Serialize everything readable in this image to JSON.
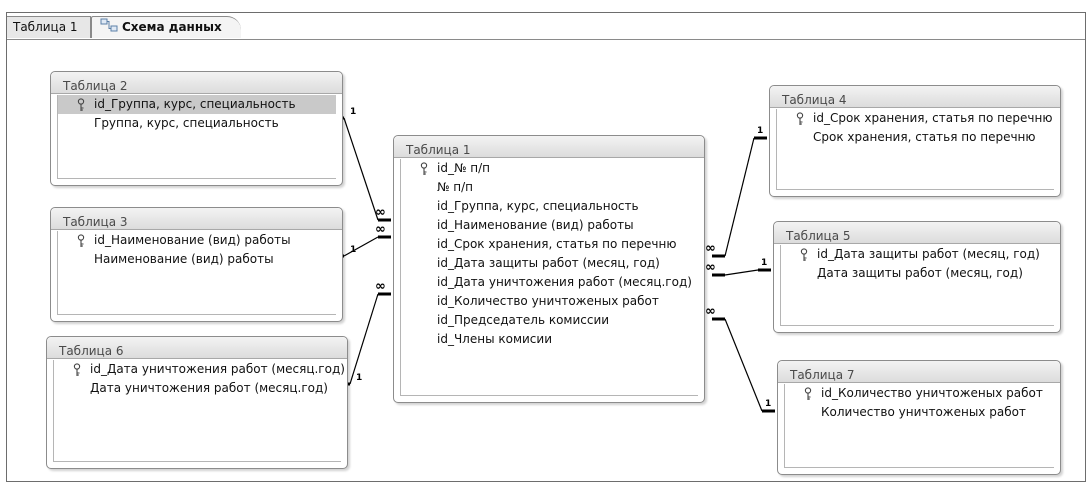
{
  "tabs": [
    {
      "label": "Таблица 1"
    },
    {
      "label": "Схема данных",
      "icon": "relationships-icon"
    }
  ],
  "tables": {
    "t2": {
      "title": "Таблица 2",
      "fields": [
        "id_Группа, курс, специальность",
        "Группа, курс, специальность"
      ]
    },
    "t3": {
      "title": "Таблица 3",
      "fields": [
        "id_Наименование (вид) работы",
        "Наименование (вид) работы"
      ]
    },
    "t6": {
      "title": "Таблица 6",
      "fields": [
        "id_Дата уничтожения работ (месяц.год)",
        "Дата уничтожения работ (месяц.год)"
      ]
    },
    "t1": {
      "title": "Таблица 1",
      "fields": [
        "id_№ п/п",
        "№ п/п",
        "id_Группа, курс, специальность",
        "id_Наименование (вид) работы",
        "id_Срок хранения, статья по перечню",
        "id_Дата защиты работ (месяц, год)",
        "id_Дата уничтожения работ (месяц.год)",
        "id_Количество уничтоженых работ",
        "id_Председатель комиссии",
        "id_Члены комисии"
      ]
    },
    "t4": {
      "title": "Таблица 4",
      "fields": [
        "id_Срок хранения, статья по перечню",
        "Срок хранения, статья по перечню"
      ]
    },
    "t5": {
      "title": "Таблица 5",
      "fields": [
        "id_Дата защиты работ (месяц, год)",
        "Дата защиты работ (месяц, год)"
      ]
    },
    "t7": {
      "title": "Таблица 7",
      "fields": [
        "id_Количество уничтоженых работ",
        "Количество уничтоженых работ"
      ]
    }
  },
  "relations": {
    "one_label": "1",
    "many_label": "∞"
  }
}
